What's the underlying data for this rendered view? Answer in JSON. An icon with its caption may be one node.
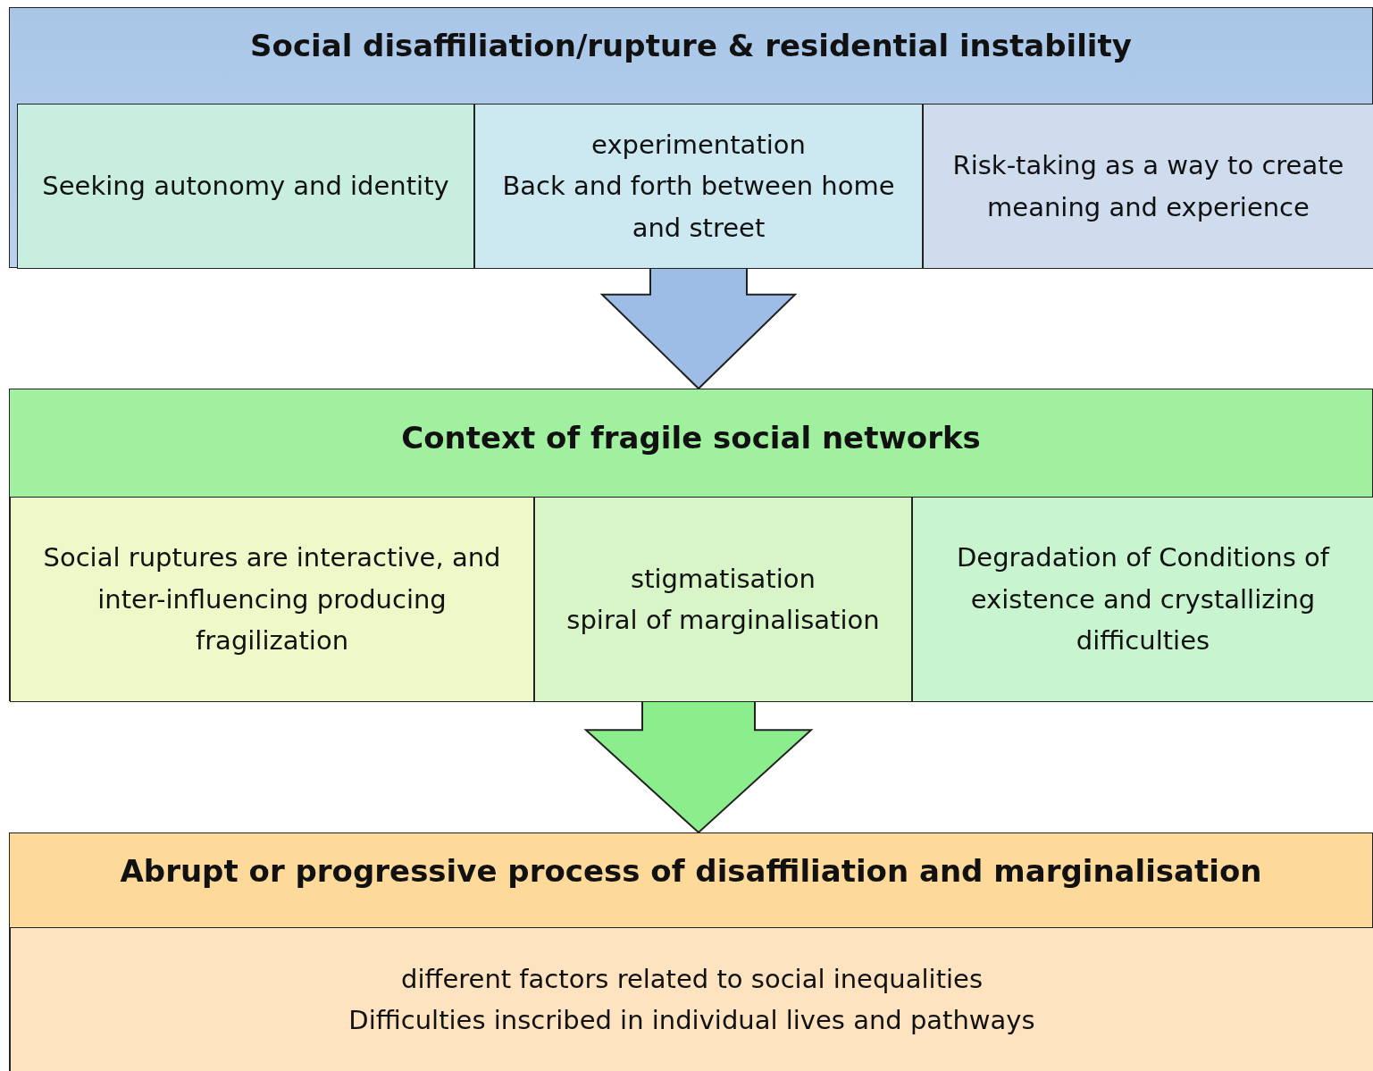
{
  "diagram": {
    "nodes": [
      {
        "text": [
          "Social disaffiliation/rupture & residential instability"
        ]
      },
      {
        "text": [
          "Seeking autonomy and identity"
        ],
        "in": 0
      },
      {
        "text": [
          "experimentation",
          "Back and forth between home and street"
        ],
        "in": 0
      },
      {
        "text": [
          "Risk-taking as a way to create meaning and experience"
        ],
        "in": 0
      },
      {
        "text": [
          "Context of fragile social networks"
        ]
      },
      {
        "text": [
          "Social ruptures are interactive, and inter-influencing producing fragilization"
        ],
        "in": 4
      },
      {
        "text": [
          "stigmatisation",
          "spiral of marginalisation"
        ],
        "in": 4
      },
      {
        "text": [
          "Degradation of Conditions of existence and crystallizing difficulties"
        ],
        "in": 4
      },
      {
        "text": [
          "Abrupt or progressive process of disaffiliation and marginalisation"
        ]
      },
      {
        "text": [
          "different factors related to social inequalities",
          "Difficulties inscribed in individual lives and pathways"
        ],
        "in": 8
      }
    ],
    "edges": [
      {
        "from": 0,
        "to": 4,
        "arrow": "to",
        "style": "thick",
        "color": "#9dbde6"
      },
      {
        "from": 4,
        "to": 8,
        "arrow": "to",
        "style": "thick",
        "color": "#8ced8c"
      }
    ]
  }
}
